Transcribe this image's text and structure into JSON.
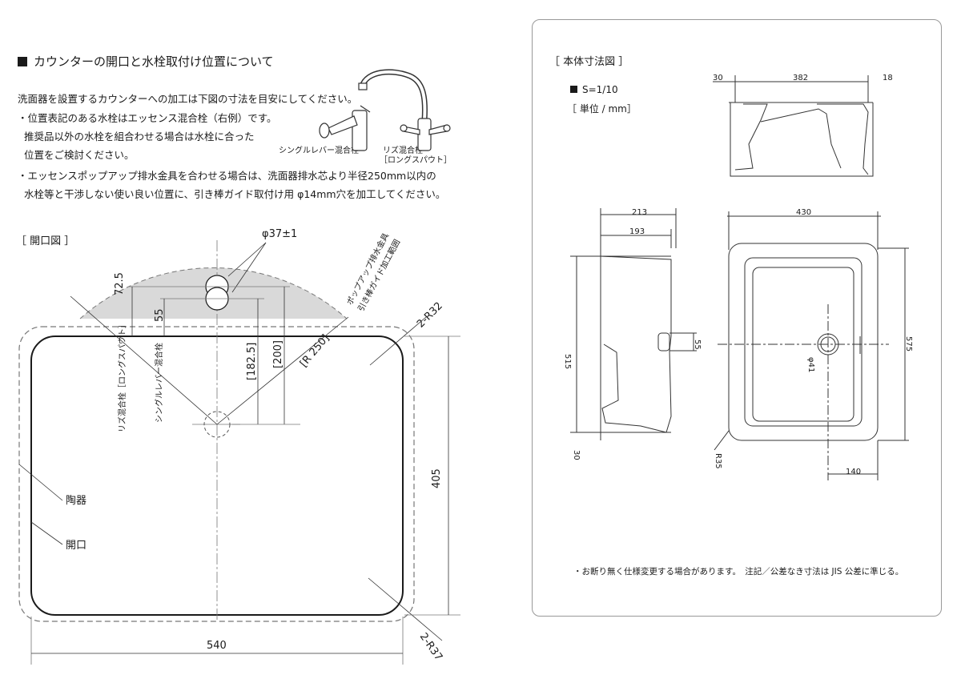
{
  "left": {
    "heading": "カウンターの開口と水栓取付け位置について",
    "intro": "洗面器を設置するカウンターへの加工は下図の寸法を目安にしてください。",
    "bullet1_line1": "・位置表記のある水栓はエッセンス混合栓（右例）です。",
    "bullet1_line2": "推奨品以外の水栓を組合わせる場合は水栓に合った",
    "bullet1_line3": "位置をご検討ください。",
    "bullet2_line1": "・エッセンスポップアップ排水金具を合わせる場合は、洗面器排水芯より半径250mm以内の",
    "bullet2_line2": "水栓等と干渉しない使い良い位置に、引き棒ガイド取付け用 φ14mm穴を加工してください。",
    "faucet_single_label": "シングルレバー混合栓",
    "faucet_riser_label_1": "リズ混合栓",
    "faucet_riser_label_2": "［ロングスパウト］",
    "opening_title": "［ 開口図 ］",
    "dims": {
      "hole": "φ37±1",
      "d72_5": "72.5",
      "d55": "55",
      "d182_5": "[182.5]",
      "d200": "[200]",
      "r250": "[R 250]",
      "r32": "2-R32",
      "r37": "2-R37",
      "d405": "405",
      "d540": "540"
    },
    "popup_label_1": "ポップアップ排水金具",
    "popup_label_2": "引き棒ガイド加工範囲",
    "riser_vertical": "リズ混合栓［ロングスパウト］",
    "single_vertical": "シングルレバー混合栓",
    "ceramic": "陶器",
    "opening": "開口"
  },
  "right": {
    "title": "［ 本体寸法図 ］",
    "scale": "S=1/10",
    "unit": "［ 単位 / mm］",
    "dims_top": {
      "a": "30",
      "b": "382",
      "c": "18"
    },
    "dims_side": {
      "w1": "213",
      "w2": "193",
      "h": "515",
      "d55": "55",
      "d30": "30"
    },
    "dims_plan": {
      "w": "430",
      "h": "575",
      "hole": "φ41",
      "r35": "R35",
      "d140": "140"
    },
    "note": "・お断り無く仕様変更する場合があります。　注記／公差なき寸法は JIS 公差に準じる。"
  }
}
